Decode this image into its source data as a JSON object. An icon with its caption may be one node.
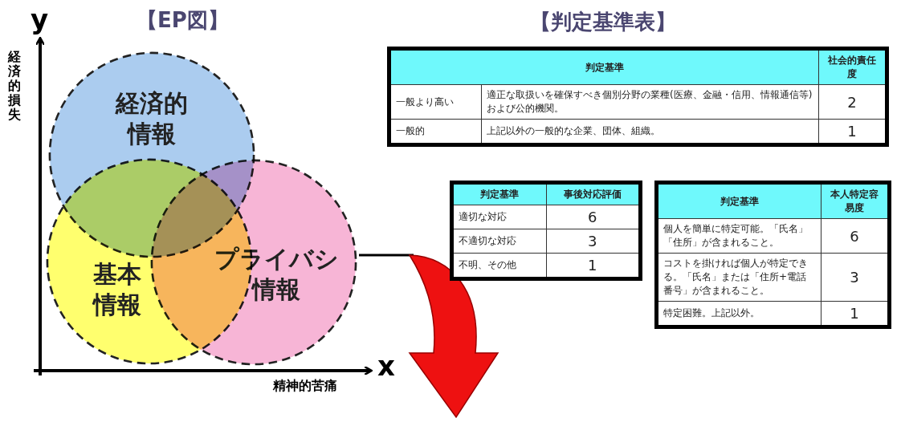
{
  "diagram": {
    "nodes": [
      {
        "text": [
          "経済的情報"
        ]
      },
      {
        "text": [
          "基本情報"
        ]
      },
      {
        "text": [
          "プライバシ情報"
        ]
      }
    ],
    "labels": [
      "y",
      "【EP図】",
      "経済的損失",
      "x",
      "精神的苦痛",
      "【判定基準表】",
      "判定基準",
      "社会的責任度",
      "一般より高い",
      "適正な取扱いを確保すべき個別分野の業種(医療、金融・信用、情報通信等)および公的機関。",
      "2",
      "一般的",
      "上記以外の一般的な企業、団体、組織。",
      "1",
      "判定基準",
      "事後対応評価",
      "適切な対応",
      "6",
      "不適切な対応",
      "3",
      "不明、その他",
      "1",
      "判定基準",
      "本人特定容易度",
      "個人を簡単に特定可能。「氏名」「住所」が含まれること。",
      "6",
      "コストを掛ければ個人が特定できる。「氏名」または「住所+電話番号」が含まれること。",
      "3",
      "特定困難。上記以外。",
      "1"
    ]
  }
}
